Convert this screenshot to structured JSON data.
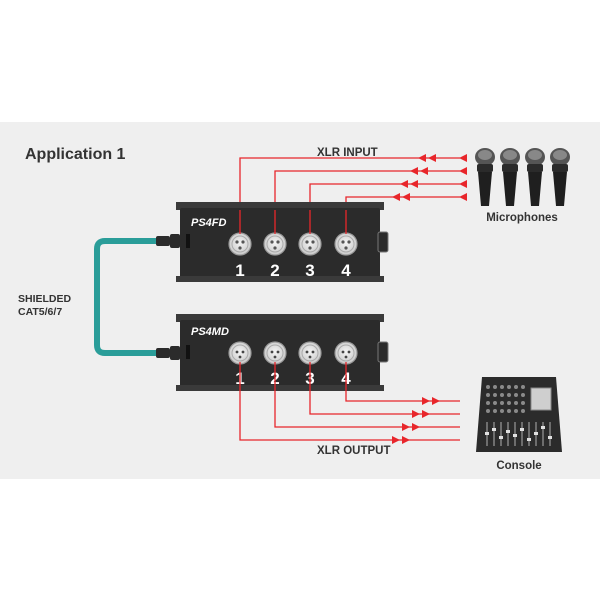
{
  "title": "Application 1",
  "labels": {
    "xlr_input": "XLR INPUT",
    "xlr_output": "XLR OUTPUT",
    "microphones": "Microphones",
    "console": "Console",
    "cable_line1": "SHIELDED",
    "cable_line2": "CAT5/6/7"
  },
  "devices": {
    "top": {
      "model": "PS4FD",
      "channels": [
        "1",
        "2",
        "3",
        "4"
      ]
    },
    "bottom": {
      "model": "PS4MD",
      "channels": [
        "1",
        "2",
        "3",
        "4"
      ]
    }
  },
  "colors": {
    "signal": "#e8262b",
    "cable": "#2a9d99",
    "device": "#2b2b2b",
    "panel": "#efefef"
  }
}
